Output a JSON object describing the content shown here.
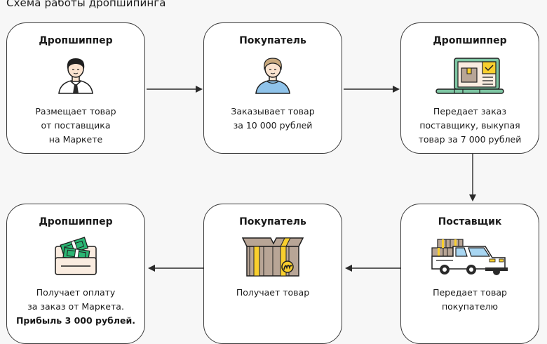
{
  "title": "Схема работы дропшипинга",
  "colors": {
    "border": "#3a3a3a",
    "arrow": "#2b2b2b",
    "skin": "#fbe3cf",
    "hair_dark": "#1f1f1f",
    "hair_light": "#c9a97e",
    "shirt_blue": "#8fc3ea",
    "laptop_green": "#7fc7a4",
    "box_brown": "#b8a596",
    "yellow": "#f9cf2e",
    "money_green": "#2bb673",
    "wallet_cream": "#faece0",
    "truck_glass": "#a8d6f2"
  },
  "steps": [
    {
      "actor": "Дропшиппер",
      "icon": "businessman-icon",
      "lines": [
        "Размещает товар",
        "от поставщика",
        "на Маркете"
      ]
    },
    {
      "actor": "Покупатель",
      "icon": "customer-icon",
      "lines": [
        "Заказывает товар",
        "за 10 000 рублей"
      ]
    },
    {
      "actor": "Дропшиппер",
      "icon": "laptop-order-icon",
      "lines": [
        "Передает заказ",
        "поставщику, выкупая",
        "товар за 7 000 рублей"
      ]
    },
    {
      "actor": "Поставщик",
      "icon": "delivery-truck-icon",
      "lines": [
        "Передает товар",
        "покупателю"
      ]
    },
    {
      "actor": "Покупатель",
      "icon": "parcel-box-icon",
      "lines": [
        "Получает товар"
      ]
    },
    {
      "actor": "Дропшиппер",
      "icon": "money-wallet-icon",
      "lines": [
        "Получает оплату",
        "за заказ от Маркета."
      ],
      "highlight": "Прибыль 3 000 рублей."
    }
  ]
}
